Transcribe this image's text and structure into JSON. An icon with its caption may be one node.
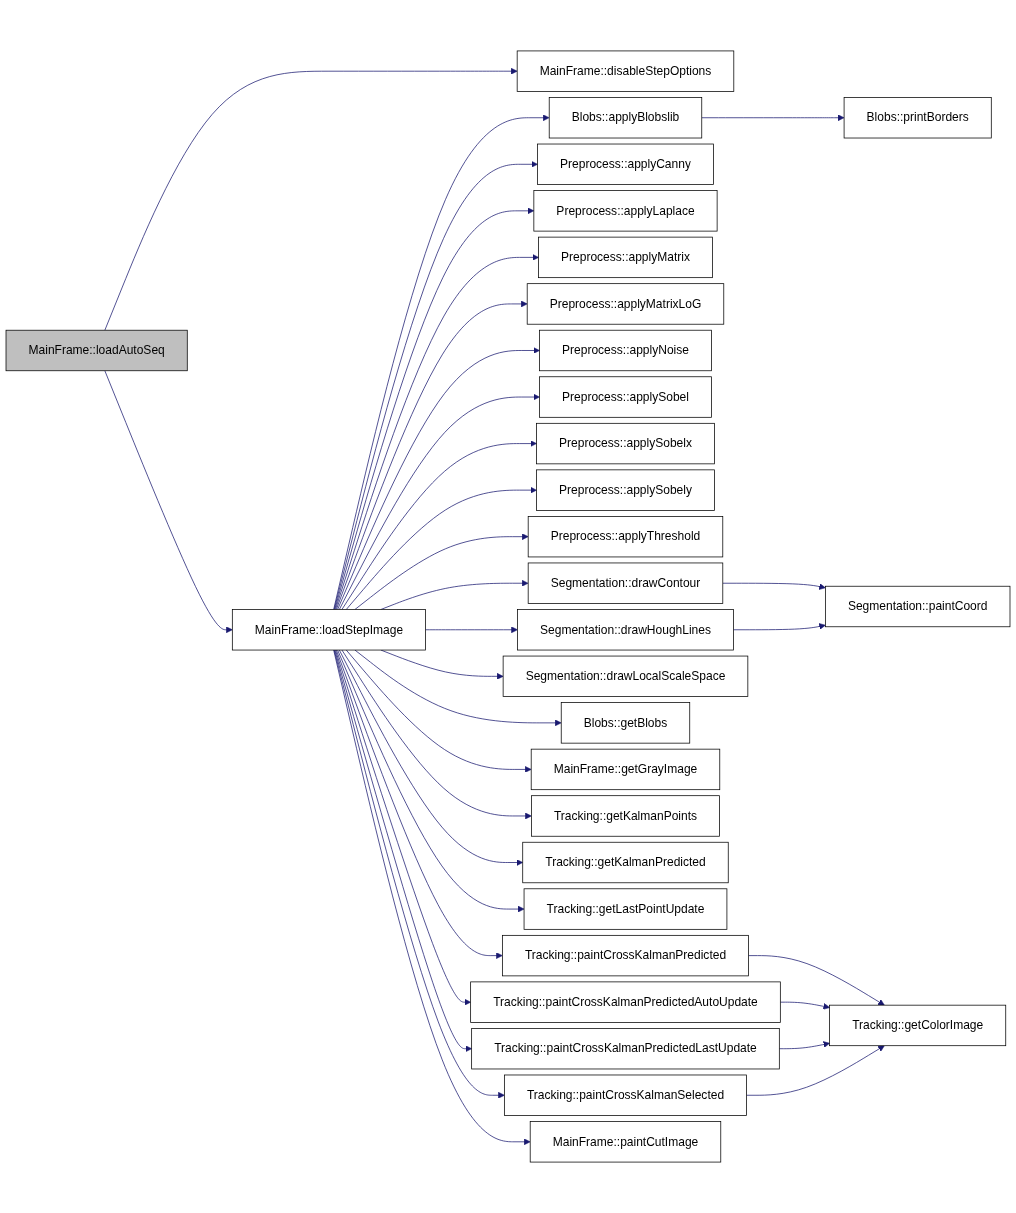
{
  "diagram": {
    "nodes": [
      {
        "text": [
          "MainFrame::loadAutoSeq"
        ]
      },
      {
        "text": [
          "MainFrame::disableStepOptions"
        ]
      },
      {
        "text": [
          "MainFrame::loadStepImage"
        ]
      },
      {
        "text": [
          "Blobs::applyBlobslib"
        ]
      },
      {
        "text": [
          "Blobs::printBorders"
        ]
      },
      {
        "text": [
          "Preprocess::applyCanny"
        ]
      },
      {
        "text": [
          "Preprocess::applyLaplace"
        ]
      },
      {
        "text": [
          "Preprocess::applyMatrix"
        ]
      },
      {
        "text": [
          "Preprocess::applyMatrixLoG"
        ]
      },
      {
        "text": [
          "Preprocess::applyNoise"
        ]
      },
      {
        "text": [
          "Preprocess::applySobel"
        ]
      },
      {
        "text": [
          "Preprocess::applySobelx"
        ]
      },
      {
        "text": [
          "Preprocess::applySobely"
        ]
      },
      {
        "text": [
          "Preprocess::applyThreshold"
        ]
      },
      {
        "text": [
          "Segmentation::drawContour"
        ]
      },
      {
        "text": [
          "Segmentation::paintCoord"
        ]
      },
      {
        "text": [
          "Segmentation::drawHoughLines"
        ]
      },
      {
        "text": [
          "Segmentation::drawLocalScaleSpace"
        ]
      },
      {
        "text": [
          "Blobs::getBlobs"
        ]
      },
      {
        "text": [
          "MainFrame::getGrayImage"
        ]
      },
      {
        "text": [
          "Tracking::getKalmanPoints"
        ]
      },
      {
        "text": [
          "Tracking::getKalmanPredicted"
        ]
      },
      {
        "text": [
          "Tracking::getLastPointUpdate"
        ]
      },
      {
        "text": [
          "Tracking::paintCrossKalmanPredicted"
        ]
      },
      {
        "text": [
          "Tracking::paintCrossKalmanPredictedAutoUpdate"
        ]
      },
      {
        "text": [
          "Tracking::paintCrossKalmanPredictedLastUpdate"
        ]
      },
      {
        "text": [
          "Tracking::getColorImage"
        ]
      },
      {
        "text": [
          "Tracking::paintCrossKalmanSelected"
        ]
      },
      {
        "text": [
          "MainFrame::paintCutImage"
        ]
      }
    ],
    "edges": [
      {
        "from": 0,
        "to": 1,
        "arrow": "to"
      },
      {
        "from": 0,
        "to": 2,
        "arrow": "to"
      },
      {
        "from": 2,
        "to": 3,
        "arrow": "to"
      },
      {
        "from": 3,
        "to": 4,
        "arrow": "to"
      },
      {
        "from": 2,
        "to": 5,
        "arrow": "to"
      },
      {
        "from": 2,
        "to": 6,
        "arrow": "to"
      },
      {
        "from": 2,
        "to": 7,
        "arrow": "to"
      },
      {
        "from": 2,
        "to": 8,
        "arrow": "to"
      },
      {
        "from": 2,
        "to": 9,
        "arrow": "to"
      },
      {
        "from": 2,
        "to": 10,
        "arrow": "to"
      },
      {
        "from": 2,
        "to": 11,
        "arrow": "to"
      },
      {
        "from": 2,
        "to": 12,
        "arrow": "to"
      },
      {
        "from": 2,
        "to": 13,
        "arrow": "to"
      },
      {
        "from": 2,
        "to": 14,
        "arrow": "to"
      },
      {
        "from": 14,
        "to": 15,
        "arrow": "to"
      },
      {
        "from": 2,
        "to": 16,
        "arrow": "to"
      },
      {
        "from": 16,
        "to": 15,
        "arrow": "to"
      },
      {
        "from": 2,
        "to": 17,
        "arrow": "to"
      },
      {
        "from": 2,
        "to": 18,
        "arrow": "to"
      },
      {
        "from": 2,
        "to": 19,
        "arrow": "to"
      },
      {
        "from": 2,
        "to": 20,
        "arrow": "to"
      },
      {
        "from": 2,
        "to": 21,
        "arrow": "to"
      },
      {
        "from": 2,
        "to": 22,
        "arrow": "to"
      },
      {
        "from": 2,
        "to": 23,
        "arrow": "to"
      },
      {
        "from": 23,
        "to": 26,
        "arrow": "to"
      },
      {
        "from": 2,
        "to": 24,
        "arrow": "to"
      },
      {
        "from": 24,
        "to": 26,
        "arrow": "to"
      },
      {
        "from": 2,
        "to": 25,
        "arrow": "to"
      },
      {
        "from": 25,
        "to": 26,
        "arrow": "to"
      },
      {
        "from": 2,
        "to": 27,
        "arrow": "to"
      },
      {
        "from": 27,
        "to": 26,
        "arrow": "to"
      },
      {
        "from": 2,
        "to": 28,
        "arrow": "to"
      }
    ]
  }
}
